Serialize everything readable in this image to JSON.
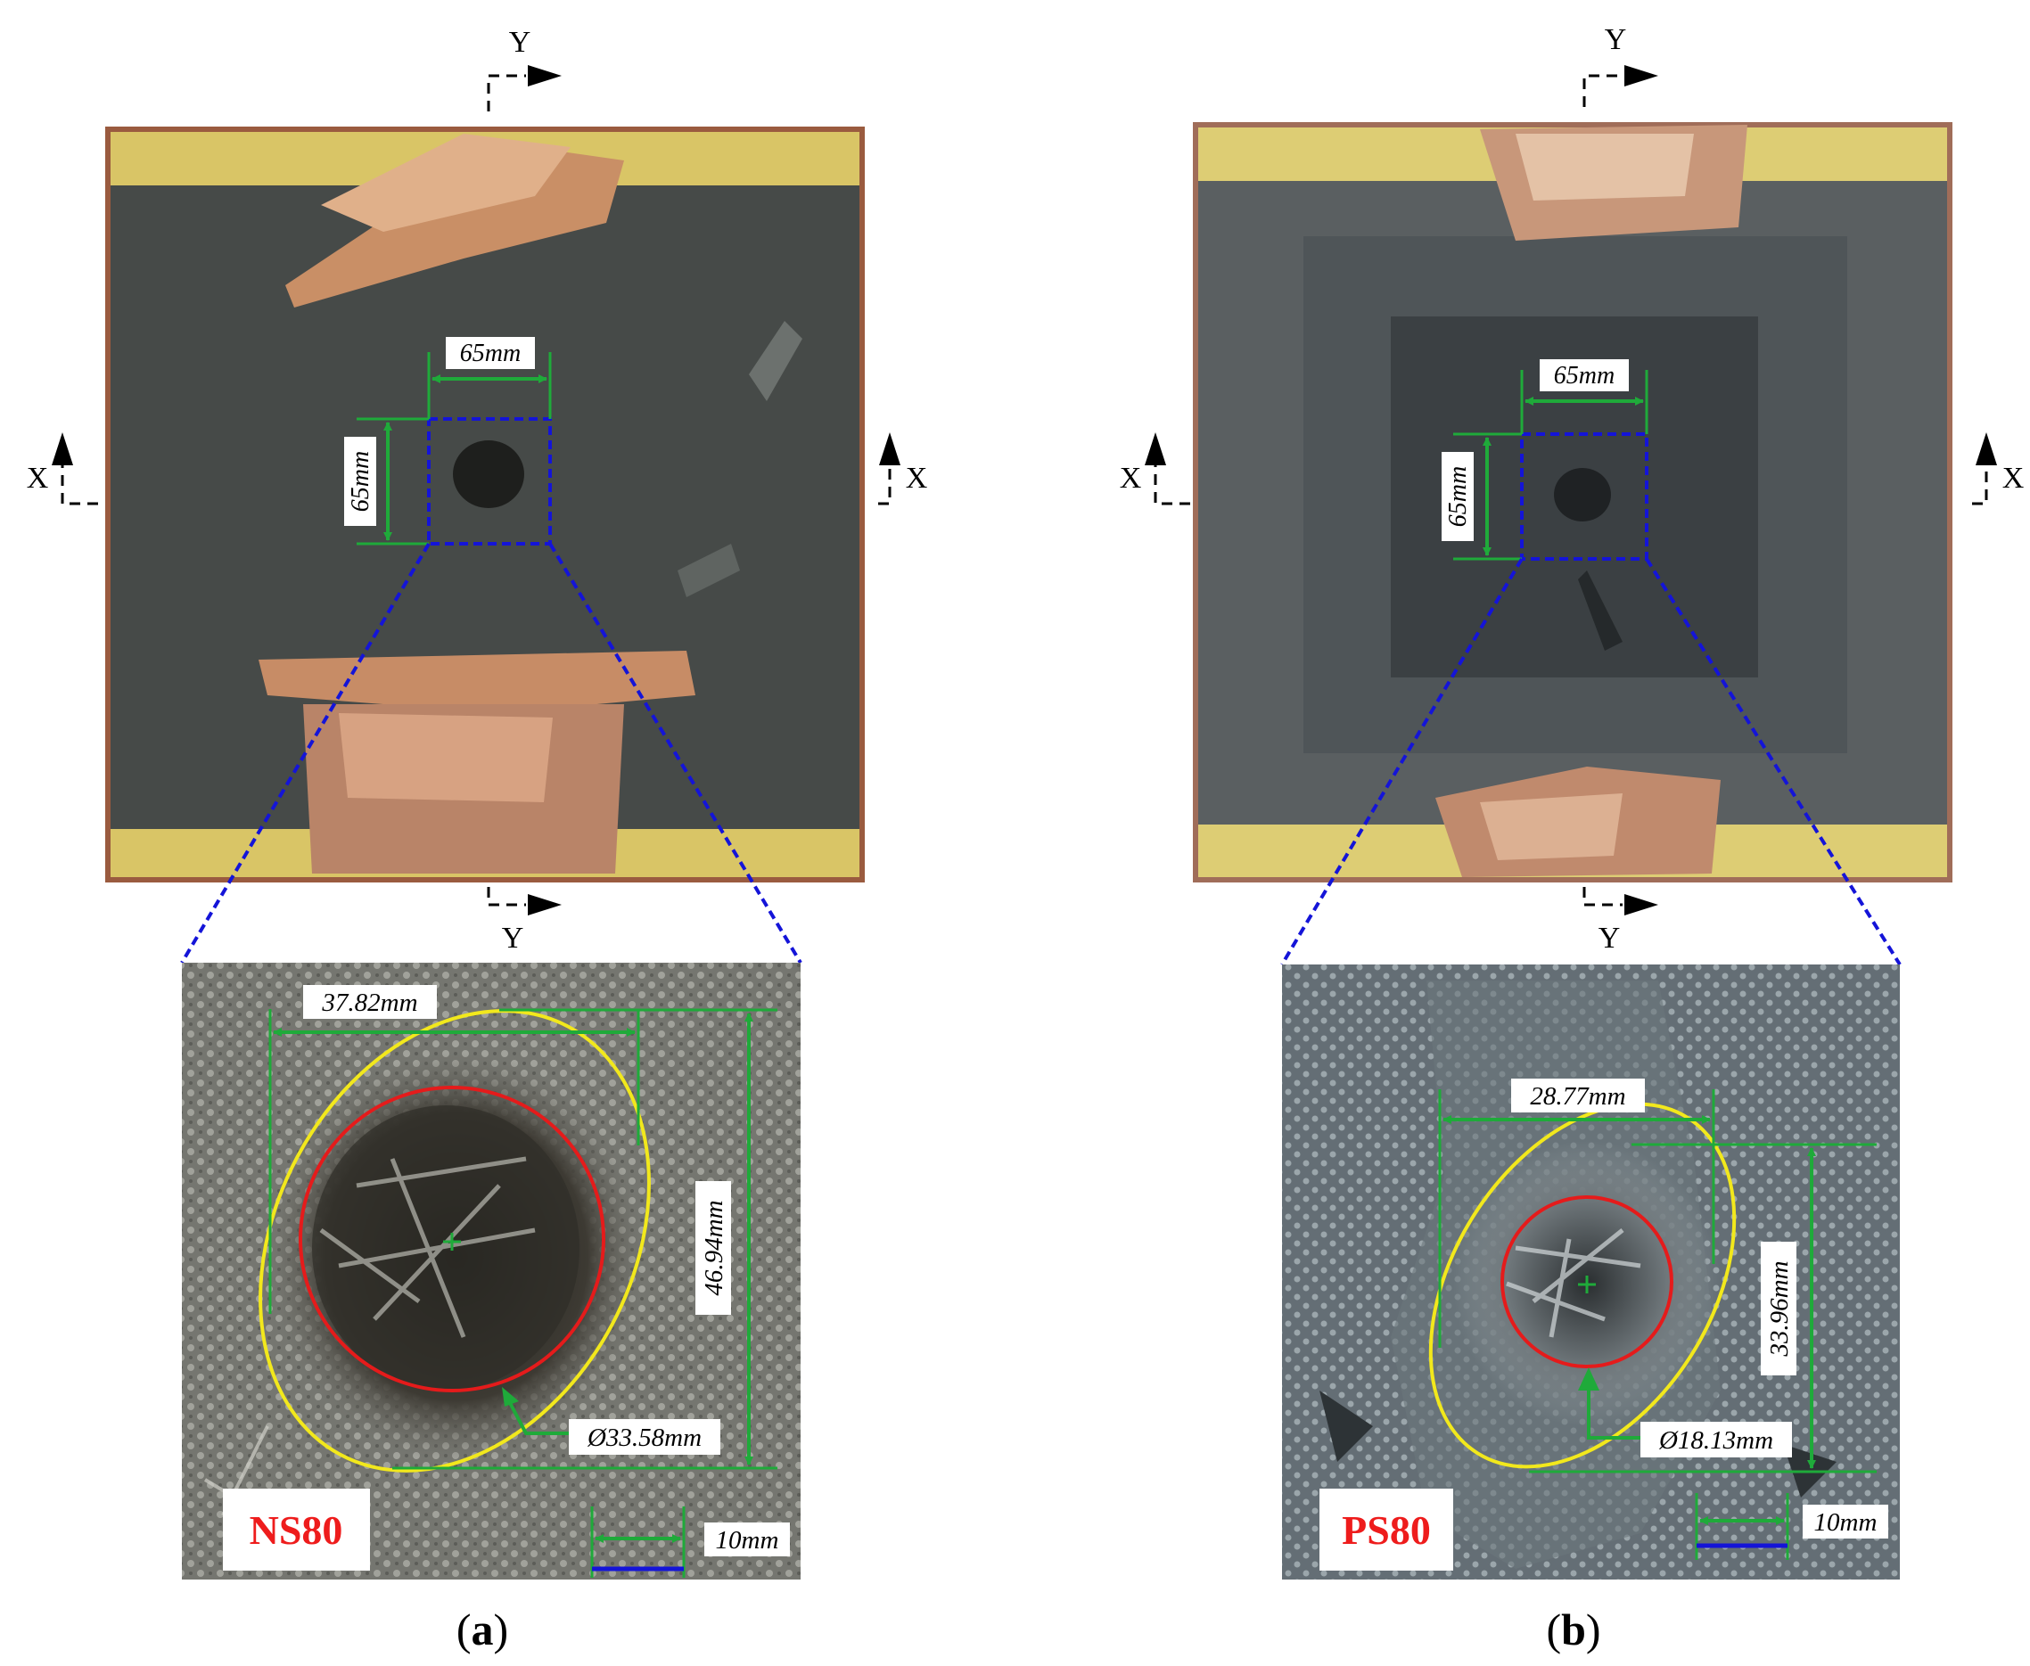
{
  "panel_a": {
    "caption_open": "(",
    "caption_letter": "a",
    "caption_close": ")",
    "plate_top": {
      "crop_width": "65mm",
      "crop_height": "65mm",
      "section_y_top": "Y",
      "section_y_bottom": "Y",
      "section_x_left": "X",
      "section_x_right": "X"
    },
    "detail": {
      "specimen_tag": "NS80",
      "ellipse_width": "37.82mm",
      "ellipse_height": "46.94mm",
      "hole_diameter": "Ø33.58mm",
      "scale_bar": "10mm"
    }
  },
  "panel_b": {
    "caption_open": "(",
    "caption_letter": "b",
    "caption_close": ")",
    "plate_top": {
      "crop_width": "65mm",
      "crop_height": "65mm",
      "section_y_top": "Y",
      "section_y_bottom": "Y",
      "section_x_left": "X",
      "section_x_right": "X"
    },
    "detail": {
      "specimen_tag": "PS80",
      "ellipse_width": "28.77mm",
      "ellipse_height": "33.96mm",
      "hole_diameter": "Ø18.13mm",
      "scale_bar": "10mm"
    }
  },
  "colors": {
    "dimension_green": "#1faa3a",
    "crop_box_blue": "#1414d8",
    "hole_red": "#e51b1b",
    "damage_yellow": "#f2e81c",
    "tag_red": "#ee1c1c"
  }
}
